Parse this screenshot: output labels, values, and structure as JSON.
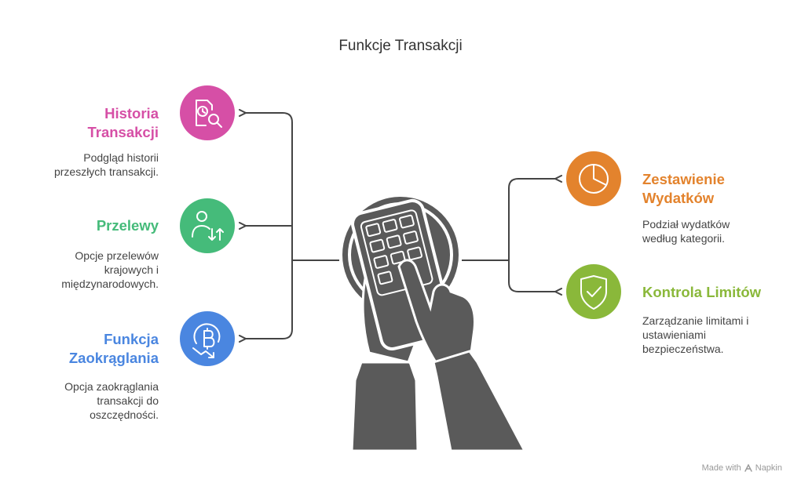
{
  "title": "Funkcje Transakcji",
  "colors": {
    "historia": "#d64fa6",
    "przelewy": "#45bb7a",
    "zaokraglanie": "#4a86e0",
    "zestawienie": "#e3832d",
    "kontrola": "#8ab83a",
    "line": "#444444",
    "illustration": "#5a5a5a"
  },
  "left_items": [
    {
      "icon": "document-search-icon",
      "heading_line1": "Historia",
      "heading_line2": "Transakcji",
      "desc_line1": "Podgląd historii",
      "desc_line2": "przeszłych transakcji.",
      "desc_line3": ""
    },
    {
      "icon": "user-transfer-icon",
      "heading_line1": "Przelewy",
      "heading_line2": "",
      "desc_line1": "Opcje przelewów",
      "desc_line2": "krajowych i",
      "desc_line3": "międzynarodowych."
    },
    {
      "icon": "bitcoin-down-icon",
      "heading_line1": "Funkcja",
      "heading_line2": "Zaokrąglania",
      "desc_line1": "Opcja zaokrąglania",
      "desc_line2": "transakcji do",
      "desc_line3": "oszczędności."
    }
  ],
  "right_items": [
    {
      "icon": "pie-chart-icon",
      "heading_line1": "Zestawienie",
      "heading_line2": "Wydatków",
      "desc_line1": "Podział wydatków",
      "desc_line2": "według kategorii.",
      "desc_line3": ""
    },
    {
      "icon": "shield-check-icon",
      "heading_line1": "Kontrola Limitów",
      "heading_line2": "",
      "desc_line1": "Zarządzanie limitami i",
      "desc_line2": "ustawieniami",
      "desc_line3": "bezpieczeństwa."
    }
  ],
  "footer": {
    "made_with": "Made with",
    "brand": "Napkin"
  }
}
